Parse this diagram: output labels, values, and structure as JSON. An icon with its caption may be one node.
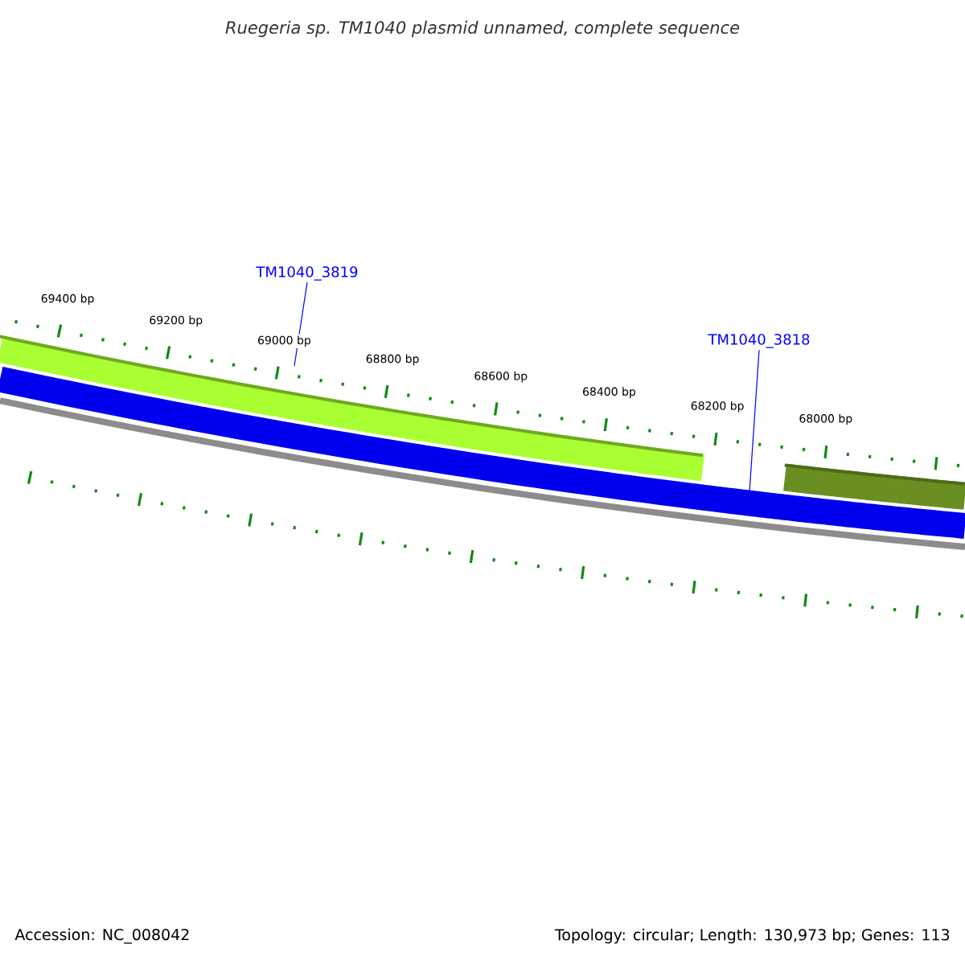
{
  "diagram": {
    "title": "Ruegeria sp. TM1040 plasmid unnamed, complete sequence",
    "nodes": [
      {
        "text": [
          "TM1040_3819"
        ]
      },
      {
        "text": [
          "TM1040_3818"
        ]
      },
      {
        "text": [],
        "shape": "bar"
      },
      {
        "text": [],
        "shape": "bar"
      },
      {
        "text": [],
        "shape": "bar"
      },
      {
        "text": [],
        "shape": "bar"
      },
      {
        "text": [],
        "shape": "bar"
      },
      {
        "text": [],
        "shape": "bar"
      }
    ],
    "edges": [
      {
        "from": 0,
        "to": 2,
        "arrow": "none"
      },
      {
        "from": 1,
        "to": 5,
        "arrow": "none"
      }
    ],
    "labels": [
      "69400 bp",
      "69200 bp",
      "69000 bp",
      "68800 bp",
      "68600 bp",
      "68400 bp",
      "68200 bp",
      "68000 bp",
      "Accession: NC_008042",
      "Topology: circular; Length: 130,973 bp; Genes: 113"
    ]
  }
}
